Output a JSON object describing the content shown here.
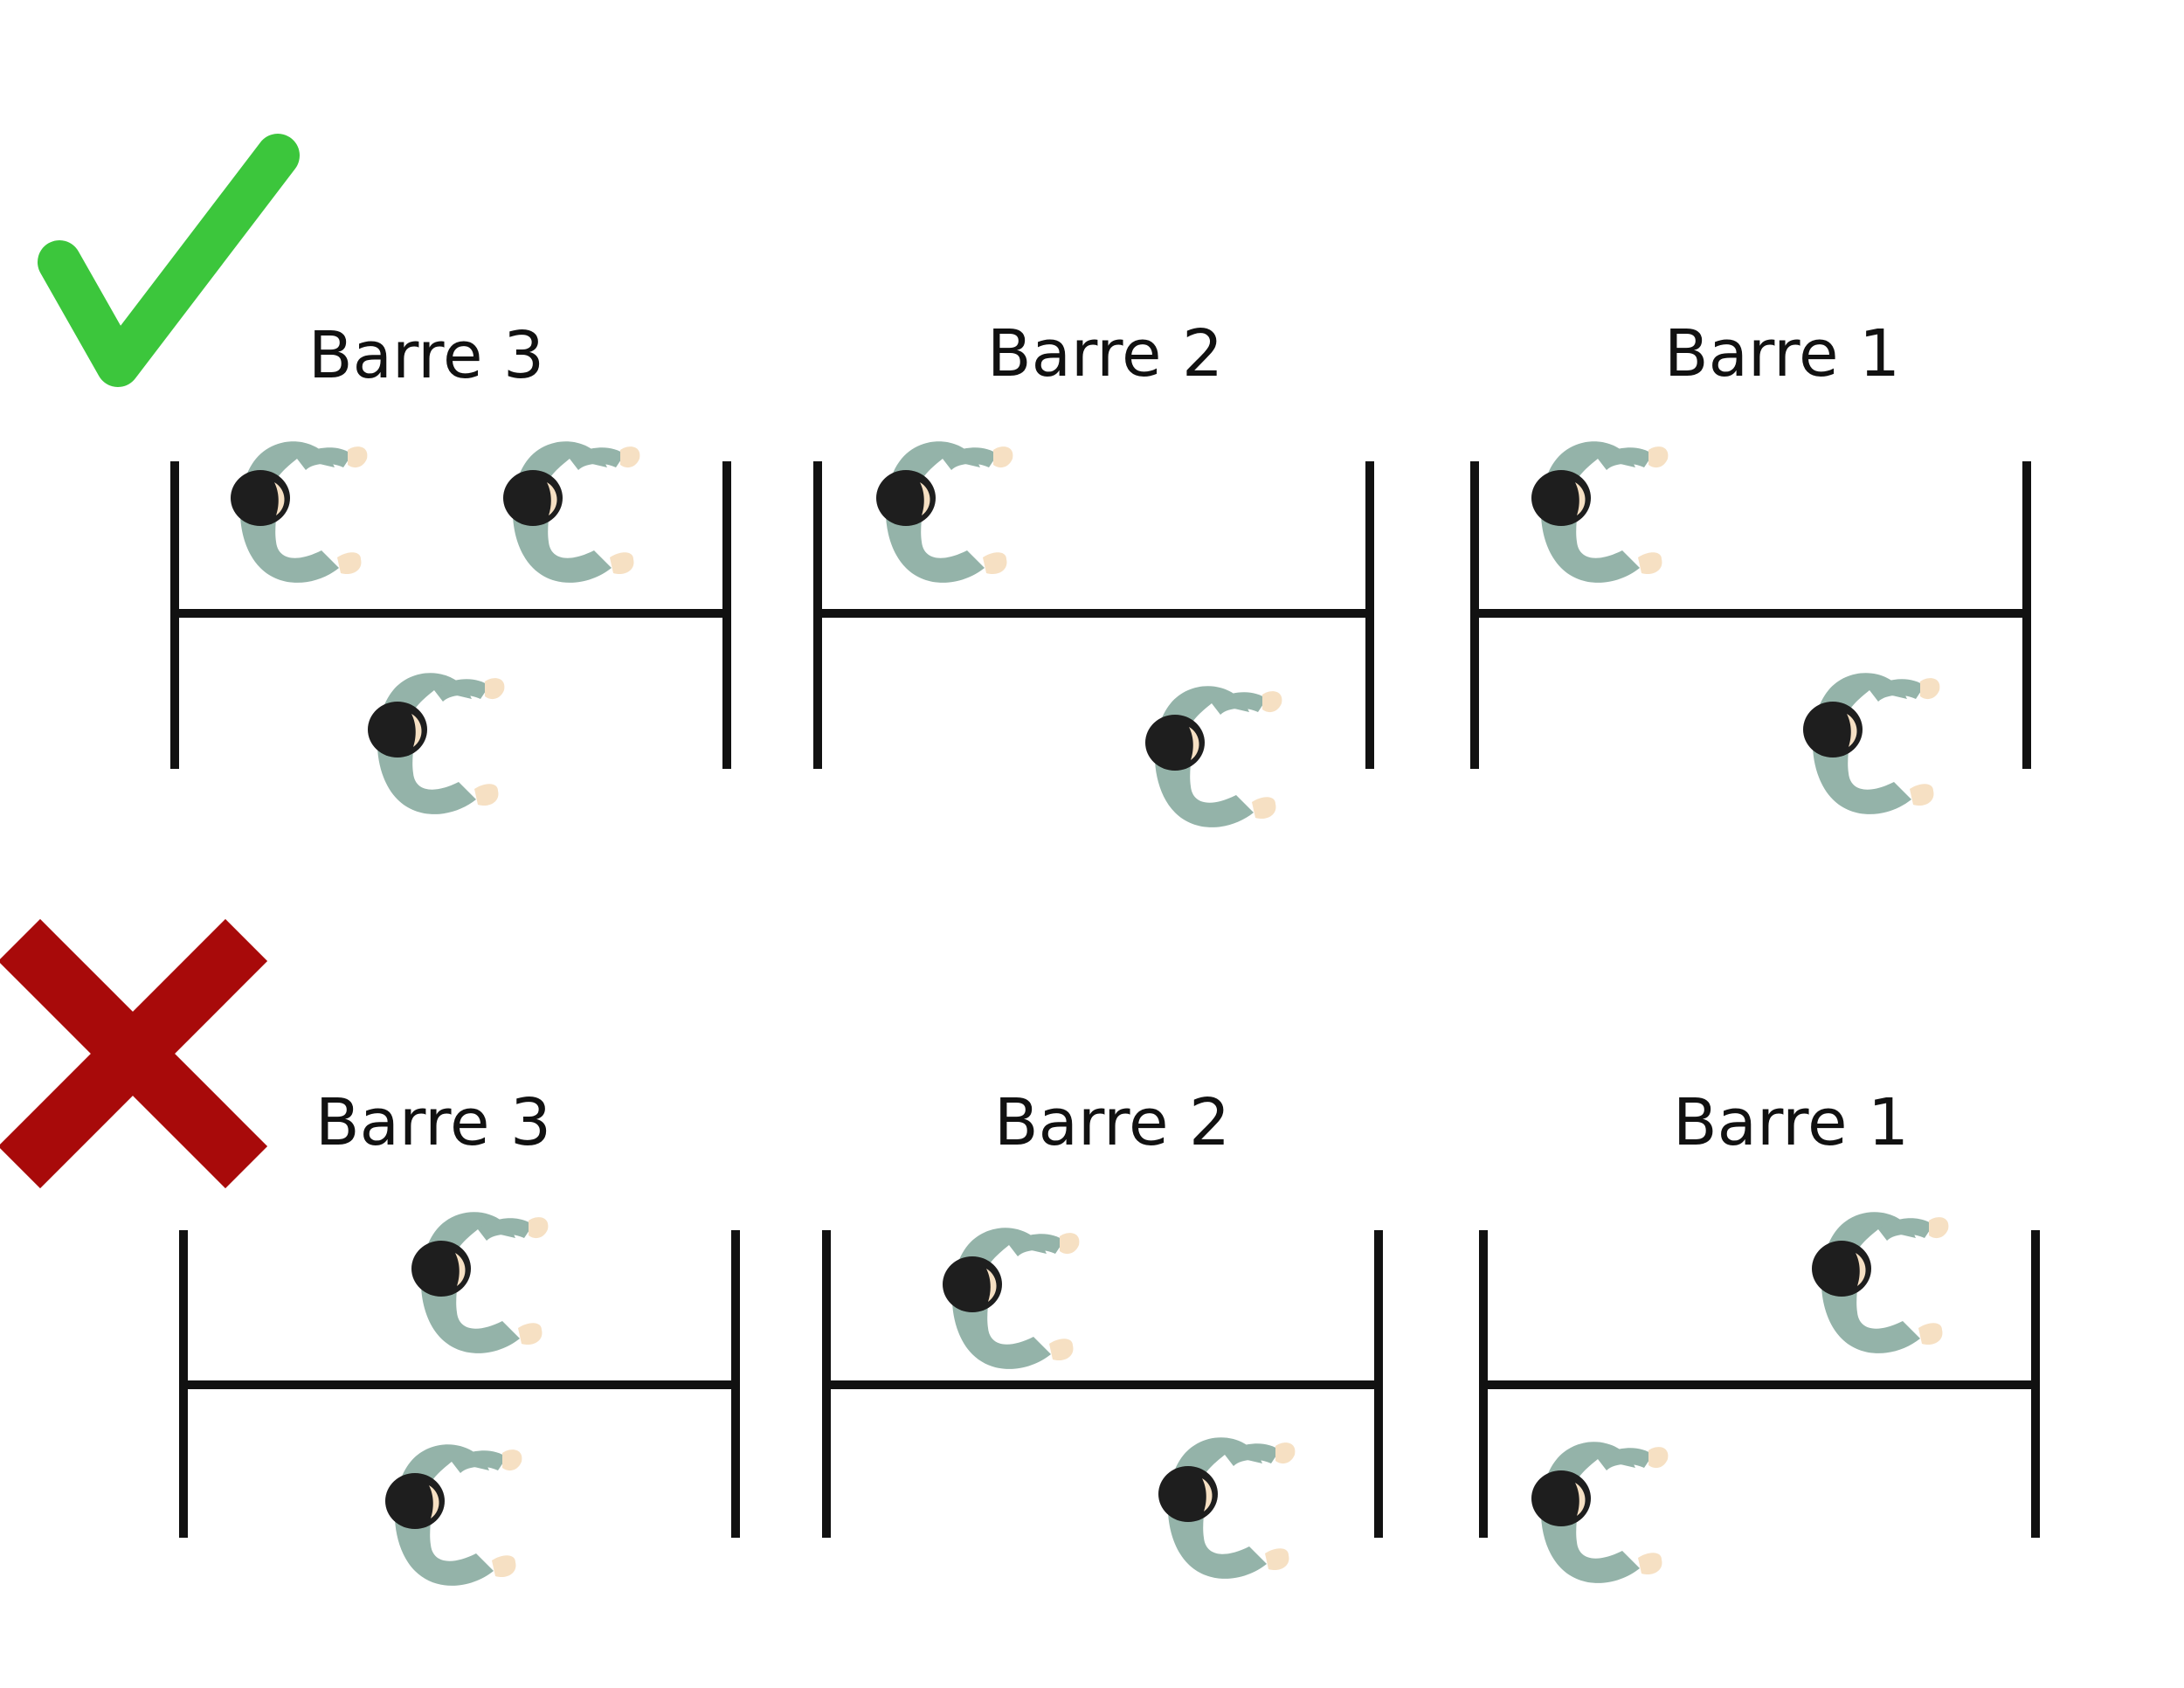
{
  "colors": {
    "correct": "#3cc63c",
    "incorrect": "#a80a0a",
    "barre": "#111111",
    "body": "#94b3a9",
    "hair": "#1e1e1e",
    "skin": "#f6e0c3"
  },
  "icons": {
    "correct": "check-icon",
    "incorrect": "cross-icon",
    "person": "dancer-top-view-icon"
  },
  "rows": [
    {
      "status": "correct",
      "barres": [
        {
          "label": "Barre 3",
          "dancers": [
            "front",
            "front",
            "back"
          ]
        },
        {
          "label": "Barre 2",
          "dancers": [
            "front",
            "back"
          ]
        },
        {
          "label": "Barre 1",
          "dancers": [
            "front",
            "back"
          ]
        }
      ]
    },
    {
      "status": "incorrect",
      "barres": [
        {
          "label": "Barre 3",
          "dancers": [
            "front",
            "back"
          ]
        },
        {
          "label": "Barre 2",
          "dancers": [
            "front",
            "back"
          ]
        },
        {
          "label": "Barre 1",
          "dancers": [
            "front",
            "back"
          ]
        }
      ]
    }
  ]
}
